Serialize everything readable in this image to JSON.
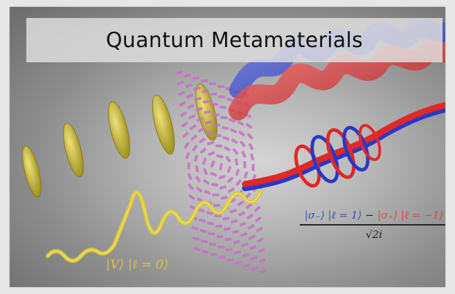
{
  "title": "Quantum Metamaterials",
  "equation_input": "|V⟩ |ℓ = 0⟩",
  "equation_output": {
    "term1": "|σ₋⟩ |ℓ = 1⟩",
    "minus": "−",
    "term2": "|σ₊⟩ |ℓ = −1⟩",
    "denominator": "√2i"
  },
  "colors": {
    "yellow": "#d9c83c",
    "red": "#e02828",
    "blue": "#2838c8",
    "magenta": "#c86ec8"
  }
}
